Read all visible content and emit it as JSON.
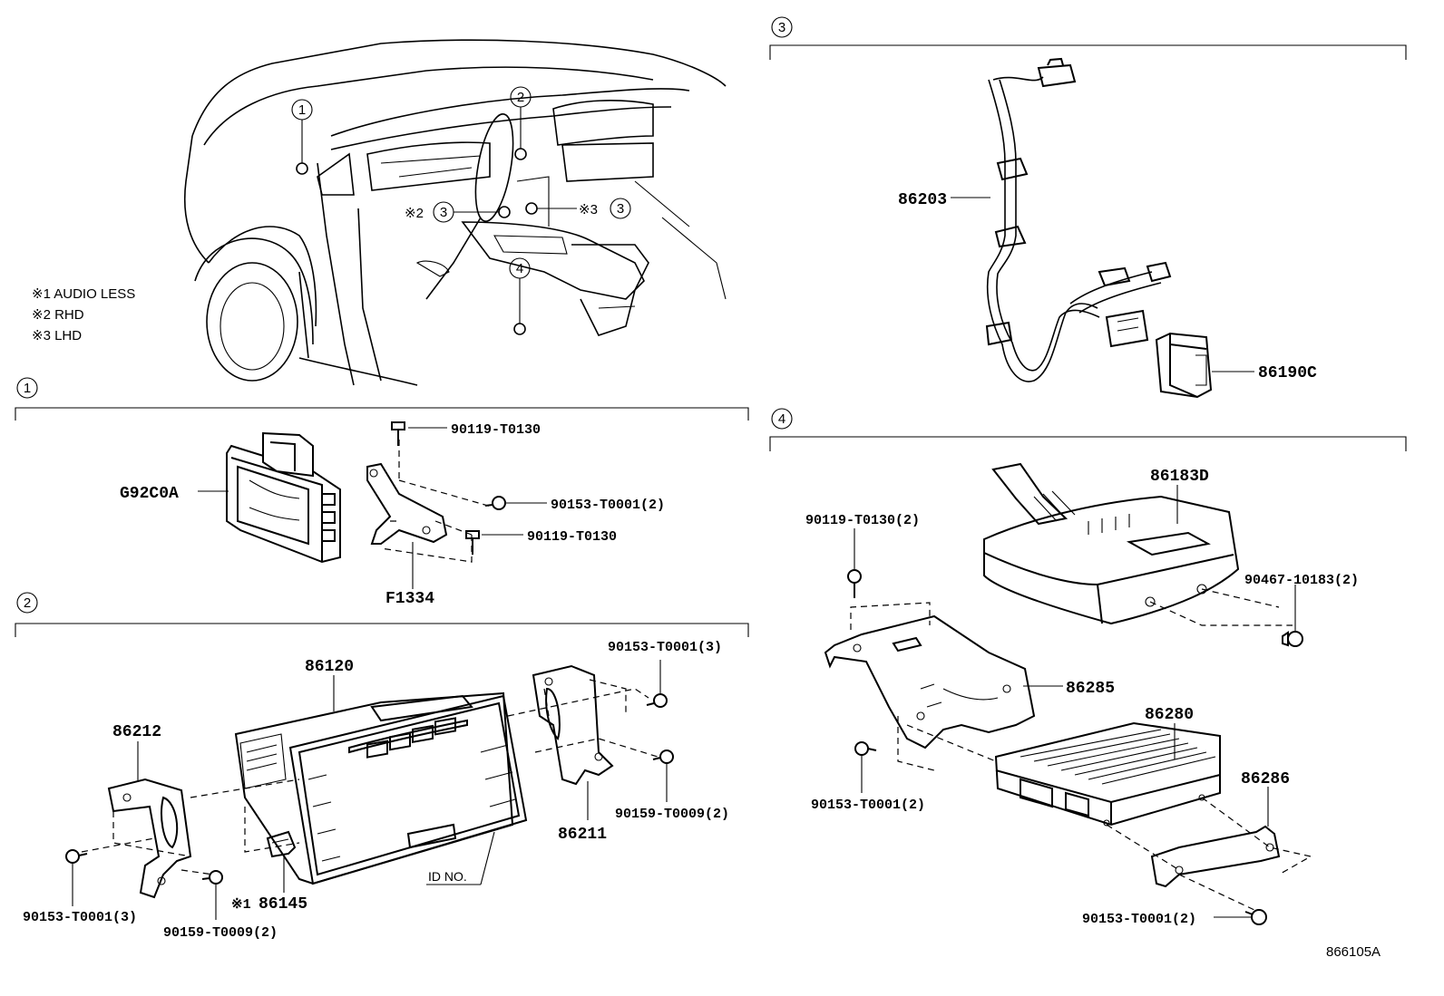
{
  "notes": [
    "※1 AUDIO LESS",
    "※2 RHD",
    "※3 LHD"
  ],
  "callouts": {
    "overview_1": "1",
    "overview_2": "2",
    "overview_3_rhd_prefix": "※2",
    "overview_3_rhd": "3",
    "overview_3_lhd_prefix": "※3",
    "overview_3_lhd": "3",
    "overview_4": "4"
  },
  "sections": {
    "s1": "1",
    "s2": "2",
    "s3": "3",
    "s4": "4"
  },
  "parts": {
    "g92c0a": "G92C0A",
    "f1334": "F1334",
    "s1_bolt_a": "90119-T0130",
    "s1_nut": "90153-T0001(2)",
    "s1_bolt_b": "90119-T0130",
    "p86120": "86120",
    "p86212": "86212",
    "p86211": "86211",
    "p86145_prefix": "※1",
    "p86145": "86145",
    "s2_nut_top": "90153-T0001(3)",
    "s2_screw_right": "90159-T0009(2)",
    "s2_nut_left": "90153-T0001(3)",
    "s2_screw_bottom": "90159-T0009(2)",
    "id_no": "ID NO.",
    "p86203": "86203",
    "p86190c": "86190C",
    "p86183d": "86183D",
    "s4_bolt": "90119-T0130(2)",
    "s4_clip": "90467-10183(2)",
    "p86285": "86285",
    "p86280": "86280",
    "p86286": "86286",
    "s4_nut_left": "90153-T0001(2)",
    "s4_nut_bottom": "90153-T0001(2)"
  },
  "drawing_number": "866105A"
}
